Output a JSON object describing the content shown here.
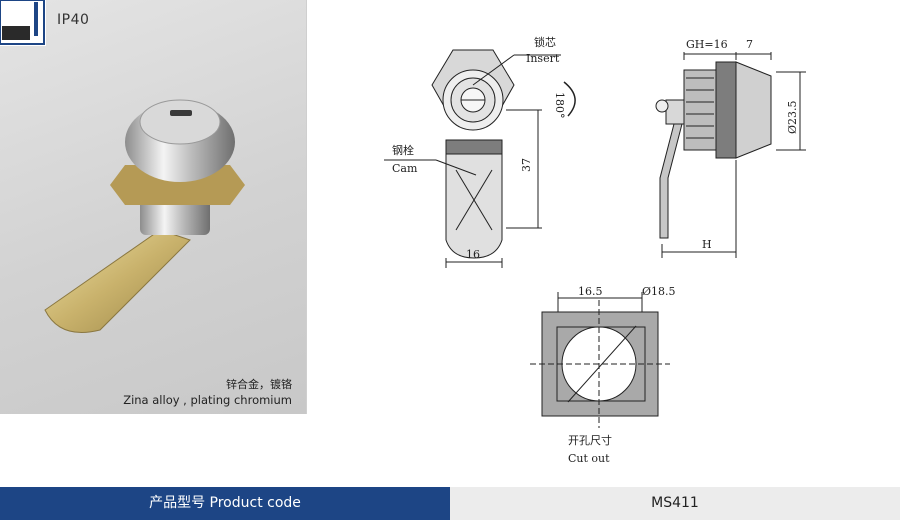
{
  "header": {
    "ip_rating": "IP40"
  },
  "photo": {
    "material_cn": "锌合金，镀铬",
    "material_en": "Zina alloy , plating chromium"
  },
  "drawing": {
    "insert_cn": "锁芯",
    "insert_en": "Insert",
    "cam_cn": "钢栓",
    "cam_en": "Cam",
    "rotation": "180°",
    "dim_height": "37",
    "dim_width": "16",
    "dim_gh": "GH=16",
    "dim_7": "7",
    "dim_diameter": "Ø23.5",
    "dim_h": "H",
    "cutout_width": "16.5",
    "cutout_diameter": "Ø18.5",
    "cutout_cn": "开孔尺寸",
    "cutout_en": "Cut out"
  },
  "footer": {
    "label": "产品型号  Product code",
    "model": "MS411"
  },
  "colors": {
    "footer_blue": "#1d4585",
    "footer_gray": "#ececec",
    "cutout_gray": "#a9a9a9"
  }
}
